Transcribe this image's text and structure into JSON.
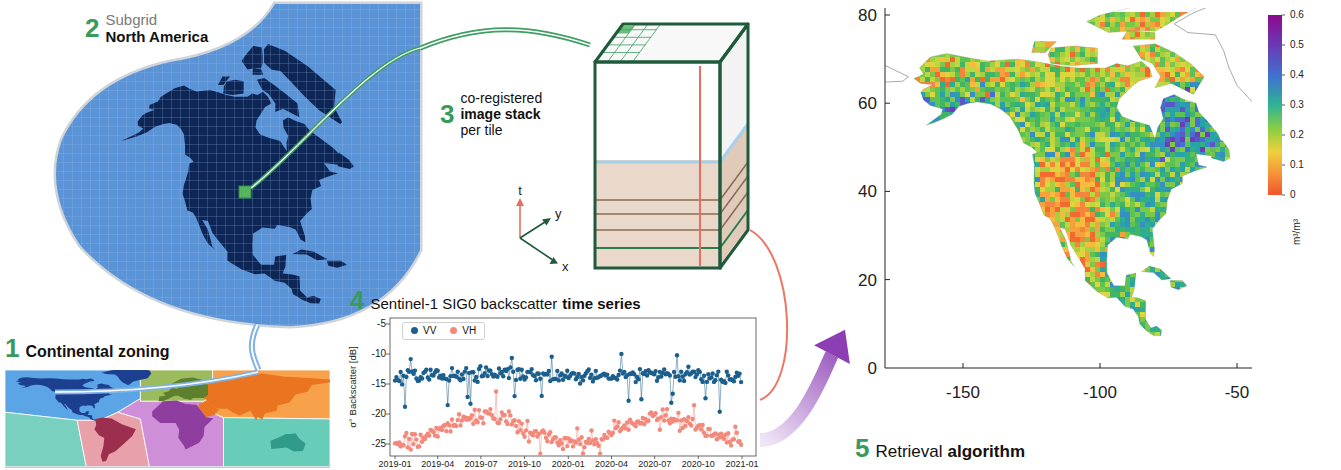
{
  "diagram": {
    "nodes": [
      {
        "text": [
          "1",
          "Continental zoning"
        ]
      },
      {
        "text": [
          "2",
          "Subgrid",
          "North America"
        ]
      },
      {
        "text": [
          "3",
          "co-registered",
          "image stack",
          "per tile"
        ]
      },
      {
        "text": [
          "4",
          "Sentinel-1 SIG0 backscatter",
          "time series"
        ]
      },
      {
        "text": [
          "5",
          "Retrieval",
          "algorithm"
        ]
      }
    ],
    "edges": [
      {
        "from": 0,
        "to": 1,
        "arrow": "none"
      },
      {
        "from": 1,
        "to": 2,
        "arrow": "none"
      },
      {
        "from": 2,
        "to": 3,
        "arrow": "none"
      },
      {
        "from": 3,
        "to": 4,
        "arrow": "to"
      }
    ],
    "labels": [
      "t",
      "y",
      "x",
      "-5",
      "-10",
      "-15",
      "-20",
      "-25",
      "σ° Backscatter [dB]",
      "2019-01",
      "2019-04",
      "2019-07",
      "2019-10",
      "2020-01",
      "2020-04",
      "2020-07",
      "2020-10",
      "2021-01",
      "80",
      "60",
      "40",
      "20",
      "0",
      "-150",
      "-100",
      "-50",
      "0.6",
      "0.5",
      "0.4",
      "0.3",
      "0.2",
      "0.1",
      "0",
      "m³/m³"
    ],
    "legend": [
      {
        "text": "VV",
        "color": "#1c5f8d"
      },
      {
        "text": "VH",
        "color": "#f2897b"
      }
    ]
  }
}
